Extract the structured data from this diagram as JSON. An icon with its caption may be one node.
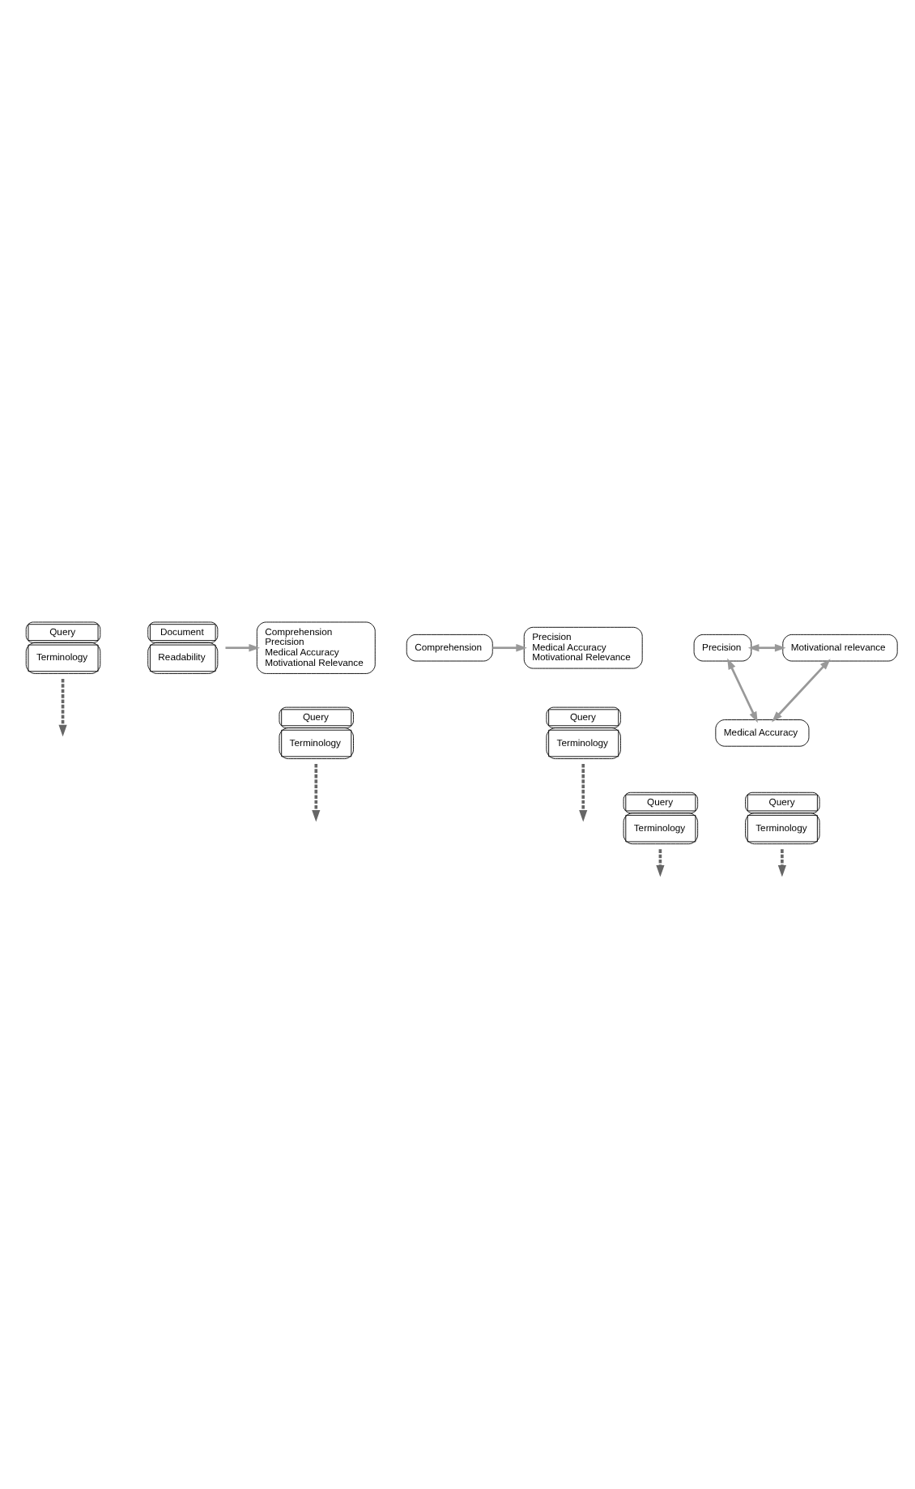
{
  "diagram": {
    "nodes": [
      {
        "text": [
          "Query",
          "Terminology"
        ]
      },
      {
        "text": [
          "Document",
          "Readability"
        ]
      },
      {
        "text": [
          "Comprehension",
          "Precision",
          "Medical Accuracy",
          "Motivational Relevance"
        ]
      },
      {
        "text": [
          "Query",
          "Terminology"
        ]
      },
      {
        "text": [
          "Precision",
          "Medical Accuracy",
          "Motivational Relevance"
        ]
      },
      {
        "text": [
          "Comprehension"
        ]
      },
      {
        "text": [
          "Query",
          "Terminology"
        ]
      },
      {
        "text": [
          "Precision"
        ]
      },
      {
        "text": [
          "Motivational relevance"
        ]
      },
      {
        "text": [
          "Medical Accuracy"
        ]
      },
      {
        "text": [
          "Query",
          "Terminology"
        ]
      },
      {
        "text": [
          "Query",
          "Terminology"
        ]
      }
    ],
    "edges": [
      {
        "from": 0,
        "to": null,
        "arrow": "to",
        "style": "dashed"
      },
      {
        "from": 1,
        "to": 2,
        "arrow": "to"
      },
      {
        "from": 3,
        "to": null,
        "arrow": "to",
        "style": "dashed"
      },
      {
        "from": 5,
        "to": 4,
        "arrow": "to"
      },
      {
        "from": 6,
        "to": null,
        "arrow": "to",
        "style": "dashed"
      },
      {
        "from": 7,
        "to": 8,
        "arrow": "both"
      },
      {
        "from": 7,
        "to": 9,
        "arrow": "both"
      },
      {
        "from": 9,
        "to": 8,
        "arrow": "both"
      },
      {
        "from": 10,
        "to": null,
        "arrow": "to",
        "style": "dashed"
      },
      {
        "from": 11,
        "to": null,
        "arrow": "to",
        "style": "dashed"
      }
    ]
  }
}
